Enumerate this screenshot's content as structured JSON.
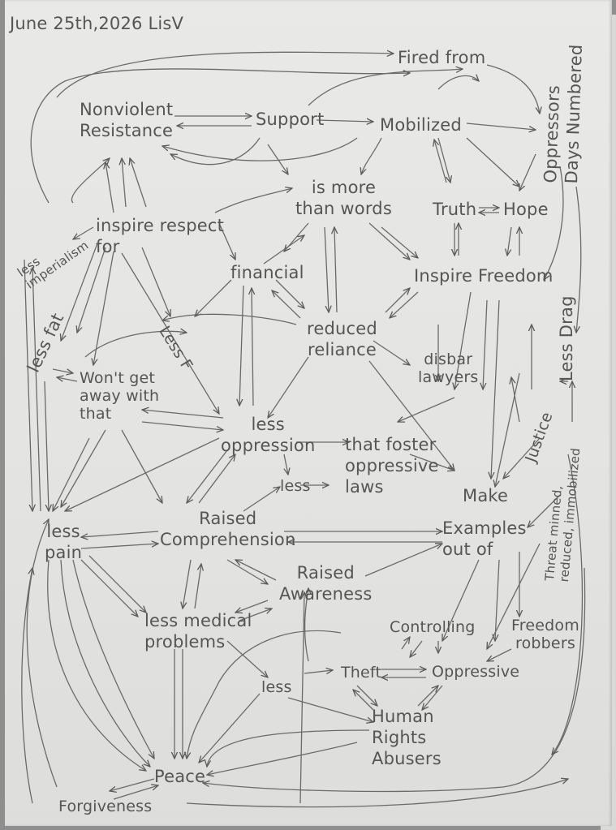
{
  "header": {
    "date": "June 25th,2026 LisV"
  },
  "nodes": {
    "fired_from": "Fired from",
    "nonviolent_resistance": "Nonviolent\nResistance",
    "support": "Support",
    "mobilized": "Mobilized",
    "oppressors_days_numbered": "Oppressors\nDays Numbered",
    "is_more_than_words": "is more\nthan words",
    "truth": "Truth",
    "hope": "Hope",
    "inspire_respect_for": "inspire respect\nfor",
    "less_imperialism": "less\nimperialism",
    "financial": "financial",
    "inspire_freedom": "Inspire Freedom",
    "less_drag": "Less Drag",
    "reduced_reliance": "reduced\nreliance",
    "less_fat": "less fat",
    "less_f": "Less F",
    "wont_get_away_with_that": "Won't get\naway with\nthat",
    "disbar_lawyers": "disbar\nlawyers",
    "justice": "Justice",
    "less_oppression": "less\noppression",
    "that_foster_oppressive_laws": "that foster\noppressive\nlaws",
    "threat_minned": "Threat minned,\nreduced, immobilized",
    "less_short": "less",
    "make": "Make",
    "less_pain": "less\npain",
    "raised_comprehension": "Raised\nComprehension",
    "examples_out_of": "Examples\nout of",
    "raised_awareness": "Raised\nAwareness",
    "less_medical_problems": "less medical\nproblems",
    "controlling": "Controlling",
    "freedom_robbers": "Freedom\nrobbers",
    "theft": "Theft",
    "oppressive": "Oppressive",
    "less_lower": "less",
    "human_rights_abusers": "Human\nRights\nAbusers",
    "peace": "Peace",
    "forgiveness": "Forgiveness"
  },
  "colors": {
    "ink": "#555555",
    "paper": "#e6e6e4",
    "background": "#8e8e8e"
  }
}
